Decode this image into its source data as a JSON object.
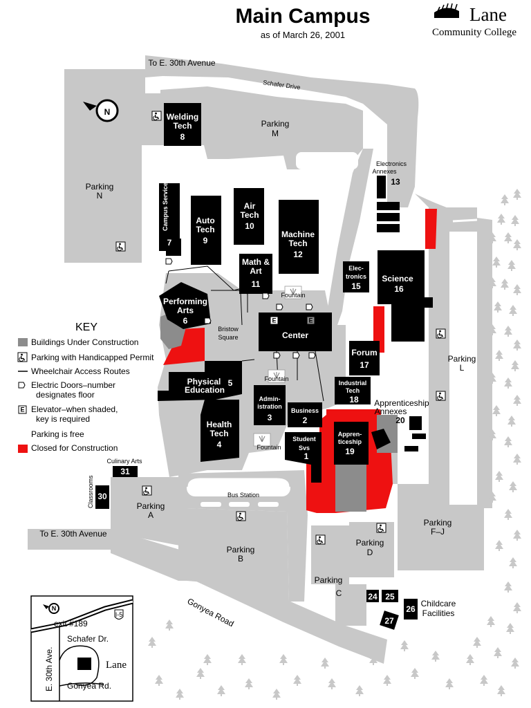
{
  "header": {
    "title": "Main Campus",
    "subtitle": "as of March 26, 2001",
    "logo_line1": "Lane",
    "logo_line2": "Community College"
  },
  "colors": {
    "ground": "#c8c8c8",
    "building": "#000000",
    "closed": "#ee1111",
    "under_construction": "#8c8c8c"
  },
  "roads": {
    "to_30th_top": "To E. 30th Avenue",
    "schafer": "Schafer Drive",
    "to_30th_left": "To E. 30th Avenue",
    "gonyea": "Gonyea Road",
    "bus_station": "Bus Station"
  },
  "parking": {
    "n": [
      "Parking",
      "N"
    ],
    "m": [
      "Parking",
      "M"
    ],
    "l": [
      "Parking",
      "L"
    ],
    "a": [
      "Parking",
      "A"
    ],
    "b": [
      "Parking",
      "B"
    ],
    "c": [
      "Parking",
      "C"
    ],
    "d": [
      "Parking",
      "D"
    ],
    "fj": [
      "Parking",
      "F–J"
    ]
  },
  "buildings": {
    "welding": {
      "name": [
        "Welding",
        "Tech"
      ],
      "num": "8"
    },
    "campus_services": {
      "name": "Campus Services",
      "num": "7"
    },
    "auto": {
      "name": [
        "Auto",
        "Tech"
      ],
      "num": "9"
    },
    "air": {
      "name": [
        "Air",
        "Tech"
      ],
      "num": "10"
    },
    "machine": {
      "name": [
        "Machine",
        "Tech"
      ],
      "num": "12"
    },
    "math": {
      "name": [
        "Math &",
        "Art"
      ],
      "num": "11"
    },
    "performing": {
      "name": [
        "Performing",
        "Arts"
      ],
      "num": "6"
    },
    "center": {
      "name": "Center"
    },
    "electronics": {
      "name": [
        "Elec-",
        "tronics"
      ],
      "num": "15"
    },
    "science": {
      "name": "Science",
      "num": "16"
    },
    "forum": {
      "name": "Forum",
      "num": "17"
    },
    "industrial": {
      "name": [
        "Industrial",
        "Tech"
      ],
      "num": "18"
    },
    "pe": {
      "name": [
        "Physical",
        "Education"
      ],
      "num": "5"
    },
    "health": {
      "name": [
        "Health",
        "Tech"
      ],
      "num": "4"
    },
    "admin": {
      "name": [
        "Admin-",
        "istration"
      ],
      "num": "3"
    },
    "business": {
      "name": "Business",
      "num": "2"
    },
    "student": {
      "name": [
        "Student",
        "Svs"
      ],
      "num": "1"
    },
    "apprenticeship": {
      "name": [
        "Appren-",
        "ticeship"
      ],
      "num": "19"
    },
    "annexes": {
      "name": [
        "Apprenticeship",
        "Annexes"
      ],
      "num": "20"
    },
    "electronics_annexes": {
      "name": [
        "Electronics",
        "Annexes"
      ],
      "num": "13"
    },
    "culinary": {
      "name": "Culinary Arts",
      "num": "31"
    },
    "classrooms": {
      "name": "Classrooms",
      "num": "30"
    },
    "childcare": {
      "name": [
        "Childcare",
        "Facilities"
      ],
      "nums": [
        "24",
        "25",
        "26",
        "27"
      ]
    }
  },
  "places": {
    "bristow": [
      "Bristow",
      "Square"
    ],
    "fountain": "Fountain"
  },
  "key": {
    "title": "KEY",
    "items": [
      "Buildings Under Construction",
      "Parking with Handicapped Permit",
      "Wheelchair Access Routes",
      [
        "Electric Doors–number",
        "designates floor"
      ],
      [
        "Elevator–when shaded,",
        "key is required"
      ],
      "Parking is free",
      "Closed for Construction"
    ]
  },
  "inset": {
    "exit": "exit #189",
    "interstate": "I-5",
    "schafer": "Schafer Dr.",
    "avenue": "E. 30th Ave.",
    "lane": "Lane",
    "gonyea": "Gonyea Rd."
  },
  "icons": [
    "north-arrow-icon",
    "wheelchair-icon",
    "electric-door-icon",
    "elevator-icon",
    "fountain-icon",
    "tree-icon"
  ]
}
